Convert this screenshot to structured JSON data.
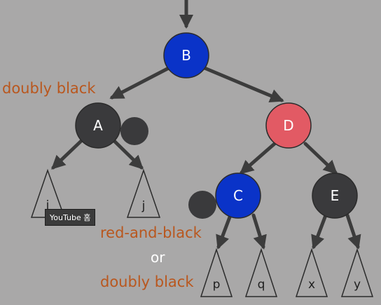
{
  "nodes": [
    {
      "id": "B",
      "label": "B",
      "color": "#0a33c8"
    },
    {
      "id": "A",
      "label": "A",
      "color": "#3a3a3c"
    },
    {
      "id": "D",
      "label": "D",
      "color": "#e25a64"
    },
    {
      "id": "C",
      "label": "C",
      "color": "#0a33c8"
    },
    {
      "id": "E",
      "label": "E",
      "color": "#3a3a3c"
    }
  ],
  "extra_black_color": "#3a3a3c",
  "subtrees": [
    {
      "id": "i",
      "label": "i"
    },
    {
      "id": "j",
      "label": "j"
    },
    {
      "id": "p",
      "label": "p"
    },
    {
      "id": "q",
      "label": "q"
    },
    {
      "id": "x",
      "label": "x"
    },
    {
      "id": "y",
      "label": "y"
    }
  ],
  "annotations": {
    "top_label": "doubly black",
    "red_and_black": "red-and-black",
    "or": "or",
    "bottom_label": "doubly black"
  },
  "tooltip": "YouTube 홈",
  "colors": {
    "background": "#a9a8a8",
    "edge": "#3c3c3c",
    "annotation": "#b9571e"
  }
}
